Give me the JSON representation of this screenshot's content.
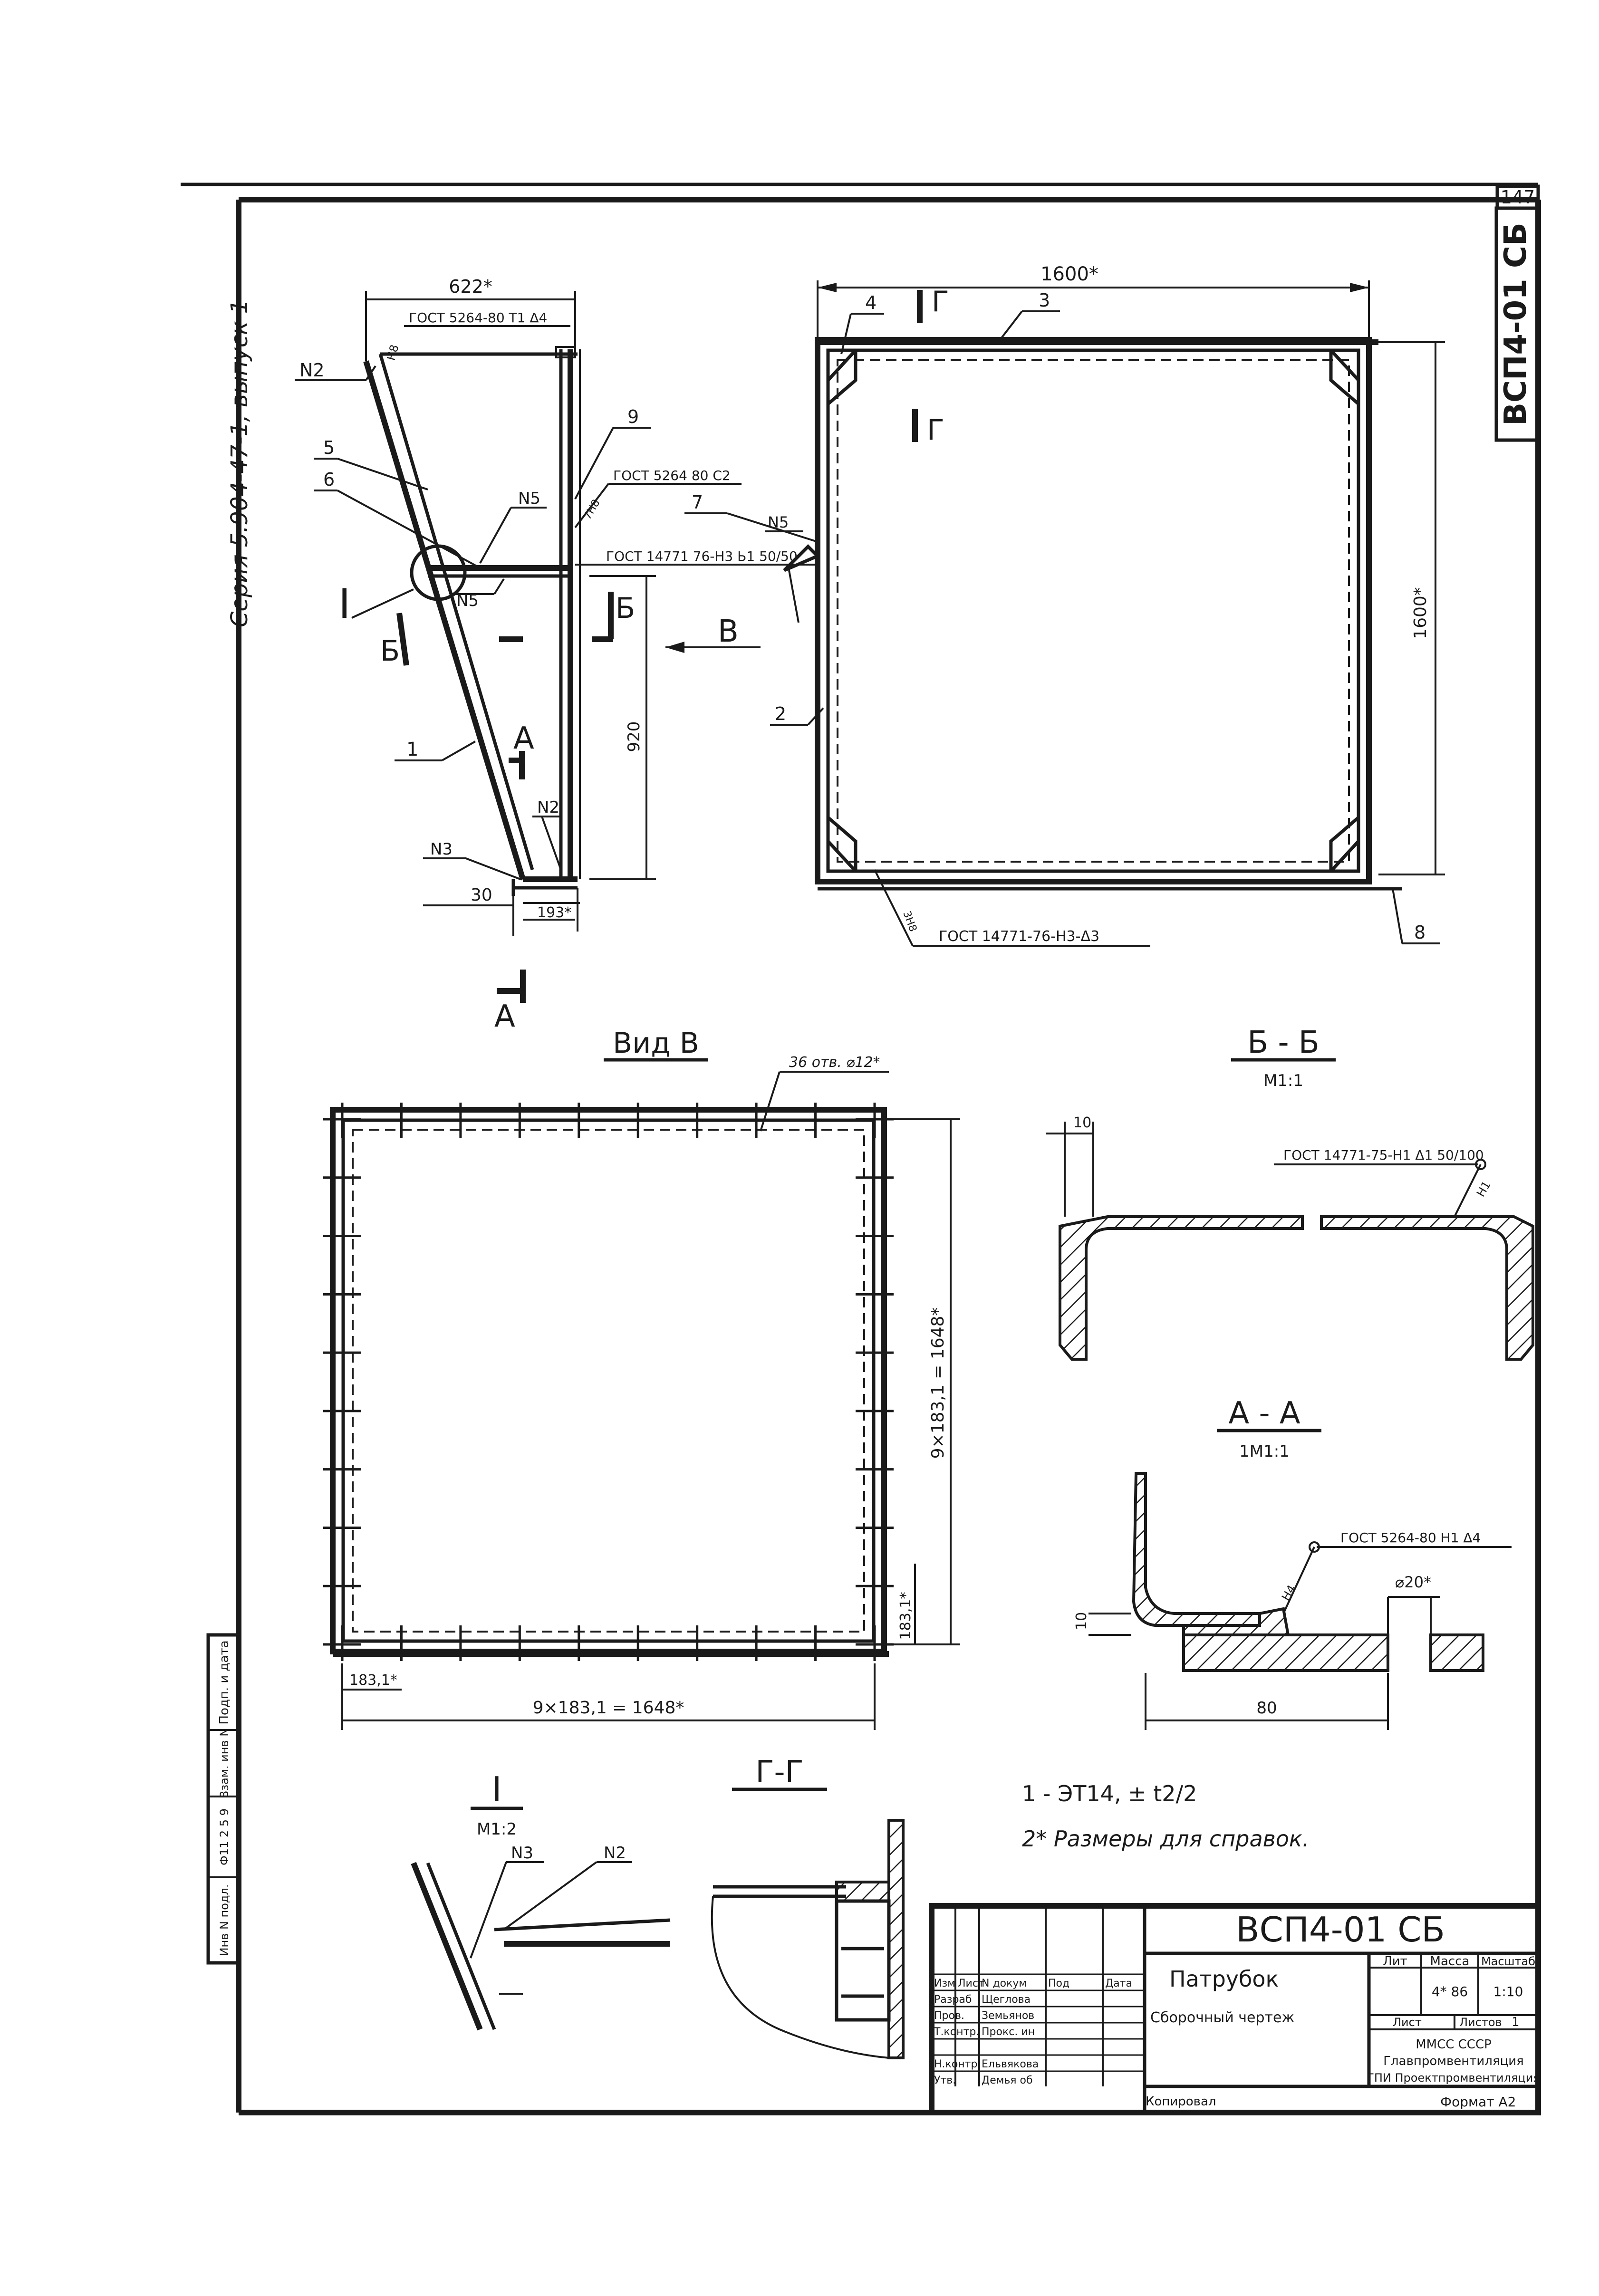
{
  "sheet_number": "147",
  "side_stamp": "ВСП4-01 СБ",
  "series": "Серия 5.904-47-1, выпуск 1",
  "main_view": {
    "dim_top": "622*",
    "gost_top": "ГОСТ 5264-80 Т1 Δ4",
    "weld_n2_label": "N2",
    "weld_n2_small": "Н8",
    "pos_5": "5",
    "pos_6": "6",
    "pos_9": "9",
    "pos_1": "1",
    "gost_c2": "ГОСТ 5264 80 С2",
    "n5_top": "N5",
    "n5_bot": "N5",
    "gost_14771": "ГОСТ 14771 76-Н3 Ь1 50/50",
    "section_1": "I",
    "cut_b_left": "Б",
    "cut_b_right": "Б",
    "cut_a_top": "А",
    "cut_a_bottom": "А",
    "n2_lower": "N2",
    "n3_lower": "N3",
    "dim_30": "30",
    "dim_193": "193*",
    "dim_920": "920",
    "weld_small_side": "7Н8"
  },
  "right_view": {
    "dim_1600_top": "1600*",
    "dim_1600_side": "1600*",
    "pos_4": "4",
    "pos_3": "3",
    "pos_7": "7",
    "pos_2": "2",
    "pos_8": "8",
    "n5": "N5",
    "cut_g_top": "Г",
    "cut_g_bottom": "Г",
    "view_arrow": "В",
    "gost_bottom": "ГОСТ 14771-76-Н3-Δ3",
    "weld_small": "3Н8"
  },
  "view_v": {
    "title": "Вид В",
    "holes": "36 отв. ⌀12*",
    "dim_bottom": "9×183,1 = 1648*",
    "dim_right": "9×183,1 = 1648*",
    "dim_corner_bottom": "183,1*",
    "dim_corner_right": "183,1*"
  },
  "section_bb": {
    "title": "Б - Б",
    "scale": "М1:1",
    "dim_10": "10",
    "gost": "ГОСТ 14771-75-Н1 Δ1 50/100",
    "weld": "Н1"
  },
  "section_aa": {
    "title": "А - А",
    "scale": "1М1:1",
    "gost": "ГОСТ 5264-80 Н1 Δ4",
    "weld": "Н4",
    "hole": "⌀20*",
    "dim_10": "10",
    "dim_80": "80"
  },
  "detail_i": {
    "title": "I",
    "scale": "М1:2",
    "n3": "N3",
    "n2": "N2"
  },
  "section_gg": {
    "title": "Г-Г"
  },
  "notes": {
    "note1": "1 - ЭТ14, ± t2/2",
    "note2": "2* Размеры для справок."
  },
  "title_block": {
    "designation": "ВСП4-01 СБ",
    "name": "Патрубок",
    "doc_type": "Сборочный чертеж",
    "header_izm": "Изм",
    "header_list": "Лист",
    "header_ndok": "N докум",
    "header_podp": "Под",
    "header_data": "Дата",
    "row_razrab": "Разраб",
    "name_razrab": "Щеглова",
    "row_prov": "Пров.",
    "name_prov": "Земьянов",
    "row_tkontr": "Т.контр.",
    "name_tkontr": "Прокс. ин",
    "row_nkontr": "Н.контр.",
    "name_nkontr": "Ельвякова",
    "row_utv": "Утв.",
    "name_utv": "Демья об",
    "lit_label": "Лит",
    "mass_label": "Масса",
    "scale_label": "Масштаб",
    "mass_value": "4* 86",
    "scale_value": "1:10",
    "sheet_label": "Лист",
    "sheets_label": "Листов",
    "sheets_value": "1",
    "org1": "ММСС СССР",
    "org2": "Главпромвентиляция",
    "org3": "ГПИ Проектпромвентиляция",
    "copied": "Копировал",
    "format": "Формат А2"
  },
  "side_stamps": {
    "vzam": "Взам. инв N",
    "podp_data": "Подп. и дата",
    "inv_podl": "Инв N подл.",
    "inv_num": "Ф11 2 5 9"
  }
}
